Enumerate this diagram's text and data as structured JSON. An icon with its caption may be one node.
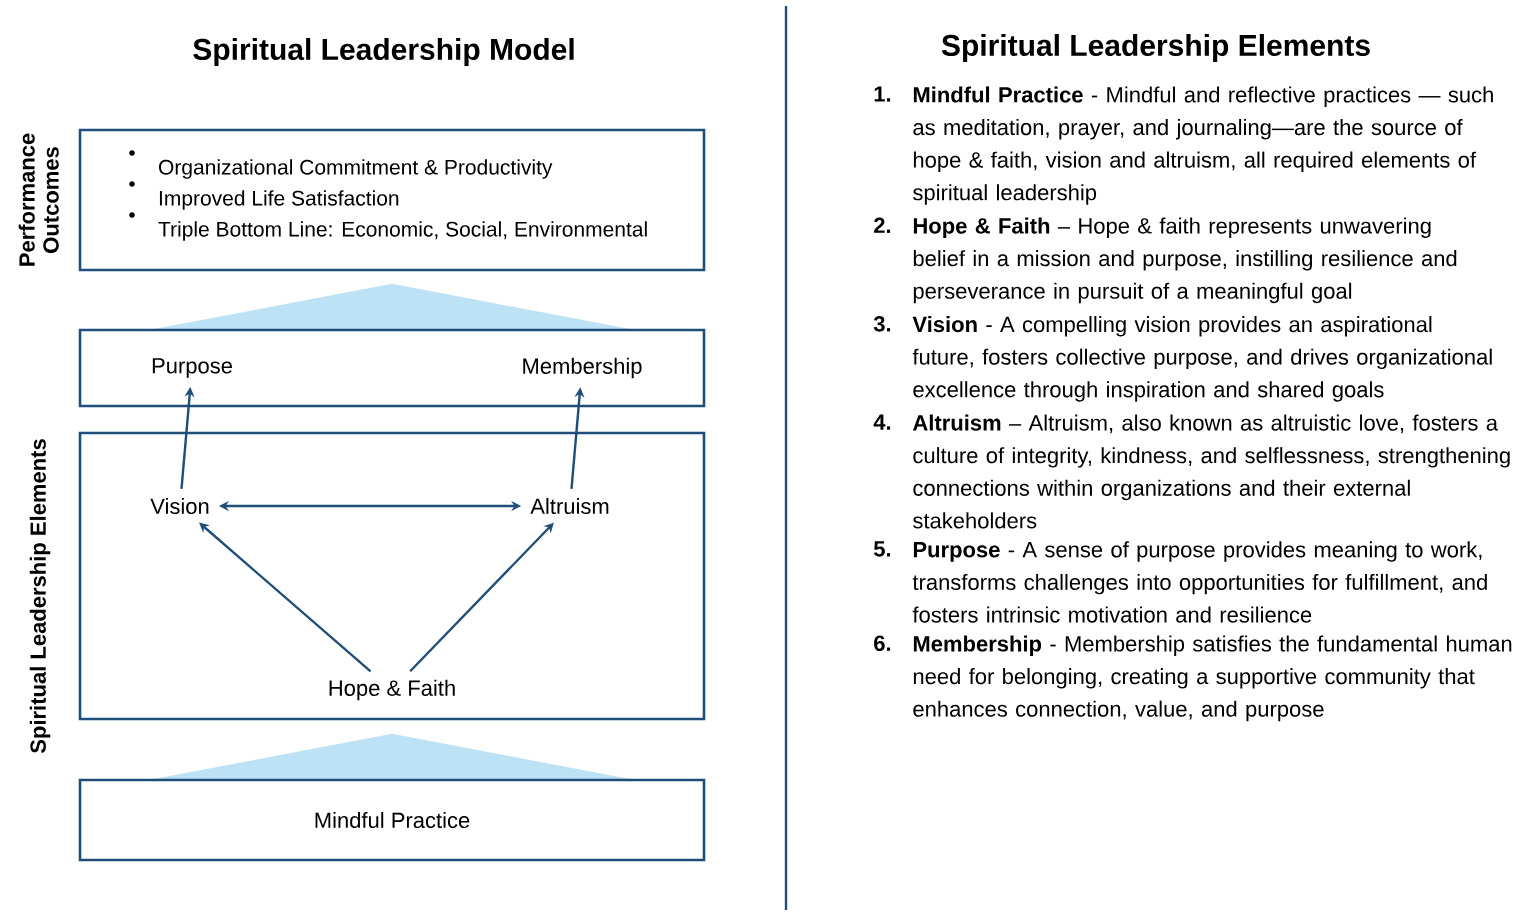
{
  "diagram": {
    "title": "Spiritual Leadership Model",
    "nodes": [
      {
        "text": [
          "Organizational Commitment & Productivity",
          "Improved Life Satisfaction",
          "Triple Bottom Line: Economic, Social, Environmental"
        ],
        "beside": [
          "Performance Outcomes"
        ]
      },
      {
        "text": [],
        "shape": "triangle"
      },
      {
        "text": [],
        "shape": "box"
      },
      {
        "text": [
          "Purpose"
        ],
        "in": 2
      },
      {
        "text": [
          "Membership"
        ],
        "in": 2
      },
      {
        "text": [],
        "shape": "box"
      },
      {
        "text": [
          "Vision"
        ],
        "in": 5
      },
      {
        "text": [
          "Altruism"
        ],
        "in": 5
      },
      {
        "text": [
          "Hope & Faith"
        ],
        "in": 5
      },
      {
        "text": [],
        "shape": "triangle"
      },
      {
        "text": [
          "Mindful Practice"
        ]
      }
    ],
    "edges": [
      {
        "from": 6,
        "to": 3,
        "arrow": "to"
      },
      {
        "from": 7,
        "to": 4,
        "arrow": "to"
      },
      {
        "from": 6,
        "to": 7,
        "arrow": "both"
      },
      {
        "from": 8,
        "to": 6,
        "arrow": "to"
      },
      {
        "from": 8,
        "to": 7,
        "arrow": "to"
      }
    ],
    "labels": [
      "Spiritual Leadership Elements",
      "Spiritual Leadership Elements",
      "1.",
      "**Mindful Practice** - Mindful and reflective practices — such as meditation, prayer, and journaling—are the source of hope & faith, vision and altruism, all required elements of spiritual leadership",
      "2.",
      "**Hope & Faith** – Hope & faith represents unwavering belief in a mission and purpose, instilling resilience and perseverance in pursuit of a meaningful goal",
      "3.",
      "**Vision** - A compelling vision provides an aspirational future, fosters collective purpose, and drives organizational excellence through inspiration and shared goals",
      "4.",
      "**Altruism** – Altruism, also known as altruistic love, fosters a culture of integrity, kindness, and selflessness, strengthening connections within organizations and their external stakeholders",
      "5.",
      "**Purpose** - A sense of  purpose provides meaning to work, transforms challenges into opportunities for fulfillment, and fosters intrinsic motivation and resilience",
      "6.",
      "**Membership** - Membership satisfies the fundamental human need for belonging, creating a supportive community that enhances connection, value, and purpose"
    ]
  }
}
